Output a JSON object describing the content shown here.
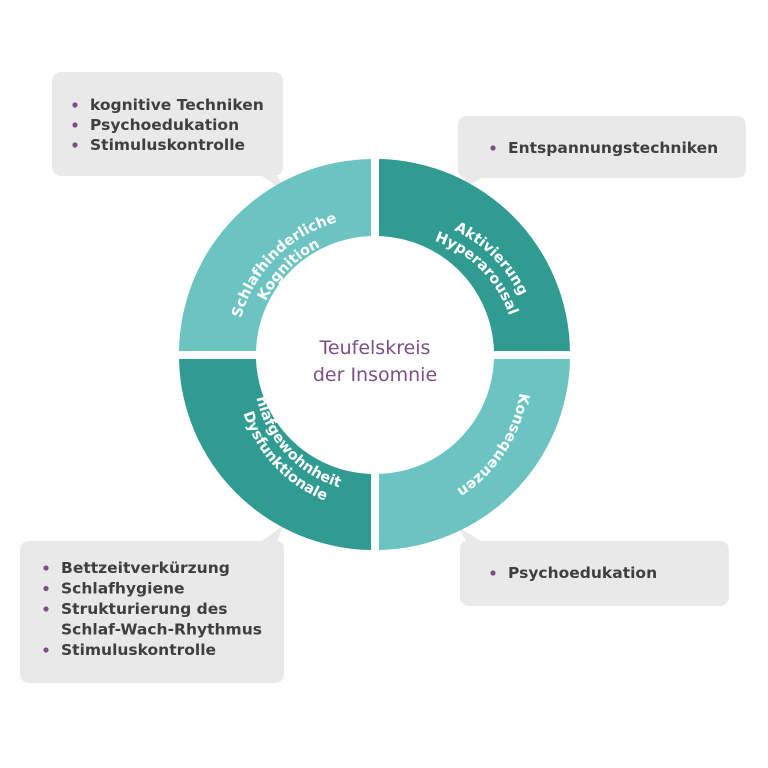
{
  "title": [
    "Teufelskreis",
    "der Insomnie"
  ],
  "colors": {
    "dark_teal": "#2f9b91",
    "light_teal": "#6bc4c2",
    "box_bg": "#e9e9e9",
    "bullet": "#7d4f86",
    "text": "#3f3f3f"
  },
  "segments": [
    {
      "id": "kognition",
      "label": [
        "Schlafhinderliche",
        "Kognition"
      ],
      "color": "light_teal"
    },
    {
      "id": "aktivierung",
      "label": [
        "Aktivierung",
        "„Hyperarousal“"
      ],
      "color": "dark_teal"
    },
    {
      "id": "konsequenzen",
      "label": [
        "Konsequenzen"
      ],
      "color": "light_teal"
    },
    {
      "id": "gewohnheiten",
      "label": [
        "Dysfunktionale",
        "Schlafgewohnheiten"
      ],
      "color": "dark_teal"
    }
  ],
  "boxes": {
    "top_left": [
      "kognitive Techniken",
      "Psychoedukation",
      "Stimuluskontrolle"
    ],
    "top_right": [
      "Entspannungstechniken"
    ],
    "bottom_right": [
      "Psychoedukation"
    ],
    "bottom_left": [
      {
        "bullet": true,
        "text": "Bettzeitverkürzung"
      },
      {
        "bullet": true,
        "text": "Schlafhygiene"
      },
      {
        "bullet": true,
        "text": "Strukturierung des"
      },
      {
        "bullet": false,
        "text": "Schlaf-Wach-Rhythmus"
      },
      {
        "bullet": true,
        "text": "Stimuluskontrolle"
      }
    ]
  }
}
